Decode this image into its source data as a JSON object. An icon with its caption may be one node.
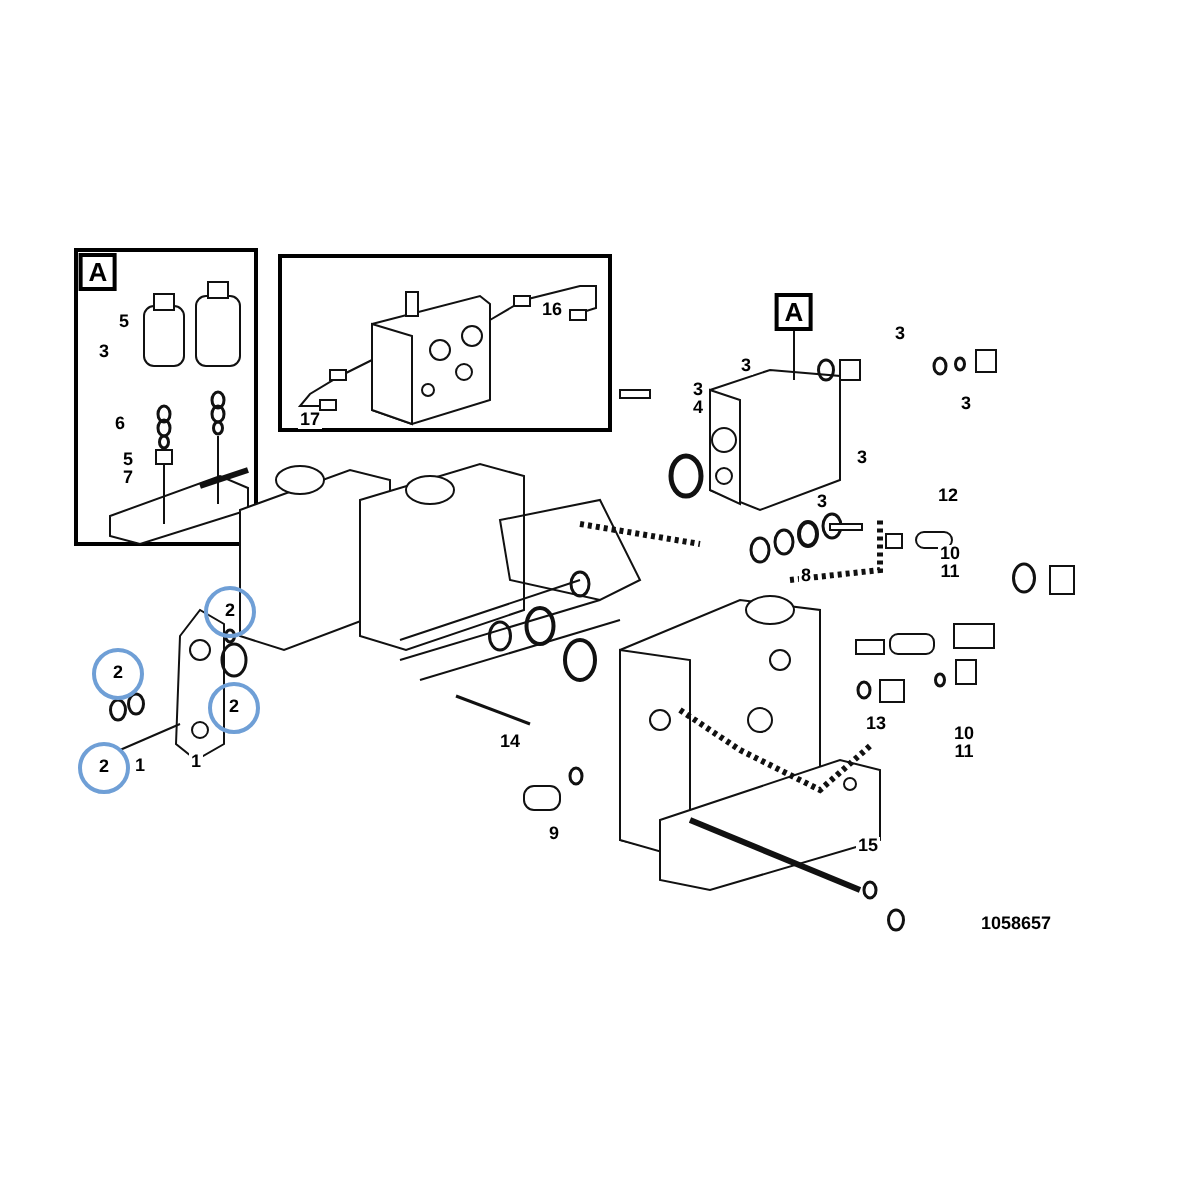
{
  "diagram": {
    "labels": [
      "A",
      "5",
      "3",
      "6",
      "5",
      "7",
      "16",
      "17",
      "A",
      "3",
      "3",
      "3",
      "3",
      "4",
      "3",
      "3",
      "12",
      "10",
      "11",
      "8",
      "2",
      "2",
      "2",
      "2",
      "1",
      "1",
      "14",
      "13",
      "10",
      "11",
      "9",
      "15",
      "1058657"
    ]
  }
}
